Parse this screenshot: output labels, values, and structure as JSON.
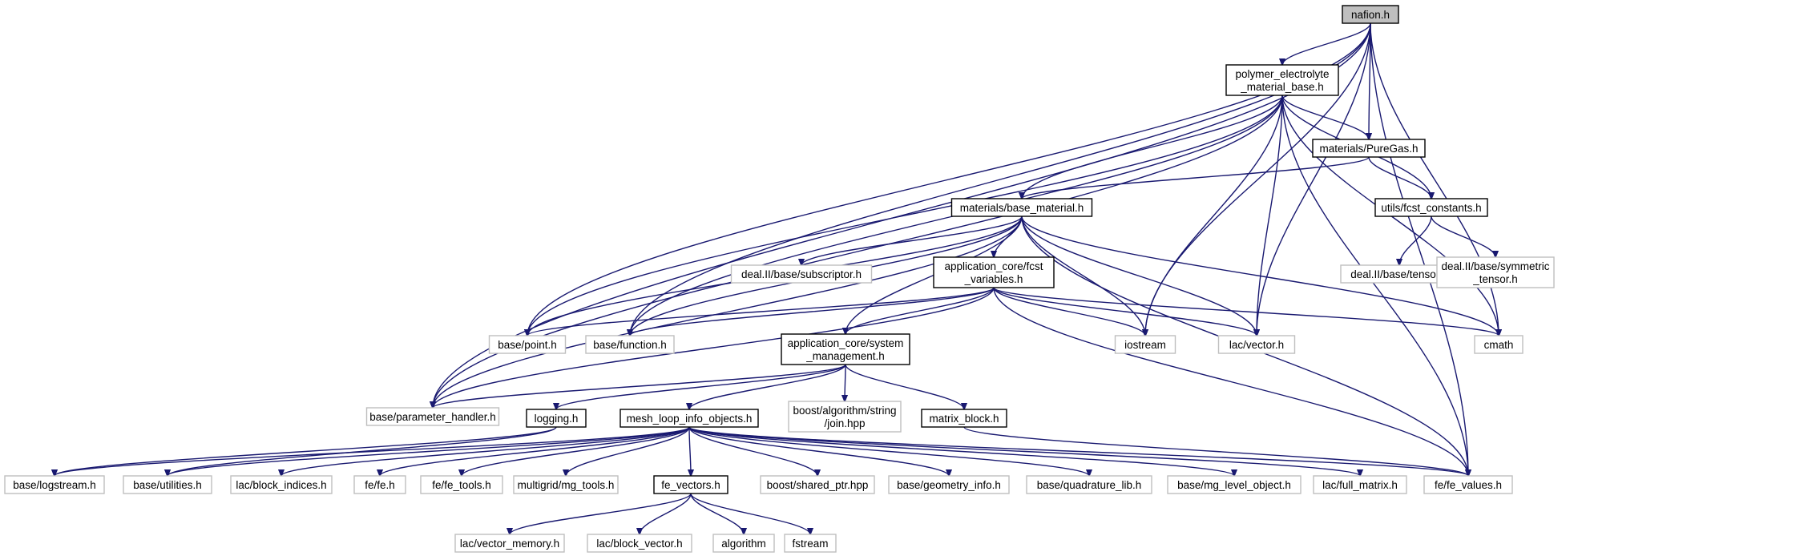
{
  "nodes": [
    {
      "id": "nafion",
      "label": "nafion.h",
      "kind": "root"
    },
    {
      "id": "pemb",
      "label": "polymer_electrolyte\n_material_base.h",
      "kind": "primary"
    },
    {
      "id": "puregas",
      "label": "materials/PureGas.h",
      "kind": "primary"
    },
    {
      "id": "fcstconst",
      "label": "utils/fcst_constants.h",
      "kind": "primary"
    },
    {
      "id": "basemat",
      "label": "materials/base_material.h",
      "kind": "primary"
    },
    {
      "id": "subscriptor",
      "label": "deal.II/base/subscriptor.h",
      "kind": "external"
    },
    {
      "id": "fcstvars",
      "label": "application_core/fcst\n_variables.h",
      "kind": "primary"
    },
    {
      "id": "tensor",
      "label": "deal.II/base/tensor.h",
      "kind": "external"
    },
    {
      "id": "symtensor",
      "label": "deal.II/base/symmetric\n_tensor.h",
      "kind": "external"
    },
    {
      "id": "point",
      "label": "base/point.h",
      "kind": "external"
    },
    {
      "id": "function",
      "label": "base/function.h",
      "kind": "external"
    },
    {
      "id": "sysmgmt",
      "label": "application_core/system\n_management.h",
      "kind": "primary"
    },
    {
      "id": "iostream",
      "label": "iostream",
      "kind": "external"
    },
    {
      "id": "lacvector",
      "label": "lac/vector.h",
      "kind": "external"
    },
    {
      "id": "cmath",
      "label": "cmath",
      "kind": "external"
    },
    {
      "id": "paramhandler",
      "label": "base/parameter_handler.h",
      "kind": "external"
    },
    {
      "id": "logging",
      "label": "logging.h",
      "kind": "primary"
    },
    {
      "id": "meshloop",
      "label": "mesh_loop_info_objects.h",
      "kind": "primary"
    },
    {
      "id": "boostjoin",
      "label": "boost/algorithm/string\n/join.hpp",
      "kind": "external"
    },
    {
      "id": "matrixblock",
      "label": "matrix_block.h",
      "kind": "primary"
    },
    {
      "id": "logstream",
      "label": "base/logstream.h",
      "kind": "external"
    },
    {
      "id": "utilities",
      "label": "base/utilities.h",
      "kind": "external"
    },
    {
      "id": "blockindices",
      "label": "lac/block_indices.h",
      "kind": "external"
    },
    {
      "id": "fe",
      "label": "fe/fe.h",
      "kind": "external"
    },
    {
      "id": "fetools",
      "label": "fe/fe_tools.h",
      "kind": "external"
    },
    {
      "id": "mgtools",
      "label": "multigrid/mg_tools.h",
      "kind": "external"
    },
    {
      "id": "fevectors",
      "label": "fe_vectors.h",
      "kind": "primary"
    },
    {
      "id": "sharedptr",
      "label": "boost/shared_ptr.hpp",
      "kind": "external"
    },
    {
      "id": "geominfo",
      "label": "base/geometry_info.h",
      "kind": "external"
    },
    {
      "id": "quadlib",
      "label": "base/quadrature_lib.h",
      "kind": "external"
    },
    {
      "id": "mglevel",
      "label": "base/mg_level_object.h",
      "kind": "external"
    },
    {
      "id": "fullmatrix",
      "label": "lac/full_matrix.h",
      "kind": "external"
    },
    {
      "id": "fevalues",
      "label": "fe/fe_values.h",
      "kind": "external"
    },
    {
      "id": "vecmemory",
      "label": "lac/vector_memory.h",
      "kind": "external"
    },
    {
      "id": "blockvector",
      "label": "lac/block_vector.h",
      "kind": "external"
    },
    {
      "id": "algorithm",
      "label": "algorithm",
      "kind": "external"
    },
    {
      "id": "fstream",
      "label": "fstream",
      "kind": "external"
    }
  ],
  "edges": [
    [
      "nafion",
      "pemb"
    ],
    [
      "nafion",
      "puregas"
    ],
    [
      "nafion",
      "point"
    ],
    [
      "nafion",
      "function"
    ],
    [
      "nafion",
      "paramhandler"
    ],
    [
      "nafion",
      "iostream"
    ],
    [
      "nafion",
      "lacvector"
    ],
    [
      "nafion",
      "cmath"
    ],
    [
      "nafion",
      "fevalues"
    ],
    [
      "pemb",
      "puregas"
    ],
    [
      "pemb",
      "fcstconst"
    ],
    [
      "pemb",
      "basemat"
    ],
    [
      "pemb",
      "point"
    ],
    [
      "pemb",
      "function"
    ],
    [
      "pemb",
      "paramhandler"
    ],
    [
      "pemb",
      "iostream"
    ],
    [
      "pemb",
      "lacvector"
    ],
    [
      "pemb",
      "cmath"
    ],
    [
      "pemb",
      "fevalues"
    ],
    [
      "puregas",
      "fcstconst"
    ],
    [
      "puregas",
      "basemat"
    ],
    [
      "fcstconst",
      "tensor"
    ],
    [
      "fcstconst",
      "symtensor"
    ],
    [
      "basemat",
      "subscriptor"
    ],
    [
      "basemat",
      "fcstvars"
    ],
    [
      "basemat",
      "point"
    ],
    [
      "basemat",
      "function"
    ],
    [
      "basemat",
      "paramhandler"
    ],
    [
      "basemat",
      "sysmgmt"
    ],
    [
      "basemat",
      "iostream"
    ],
    [
      "basemat",
      "lacvector"
    ],
    [
      "basemat",
      "cmath"
    ],
    [
      "basemat",
      "fevalues"
    ],
    [
      "fcstvars",
      "point"
    ],
    [
      "fcstvars",
      "function"
    ],
    [
      "fcstvars",
      "sysmgmt"
    ],
    [
      "fcstvars",
      "iostream"
    ],
    [
      "fcstvars",
      "lacvector"
    ],
    [
      "fcstvars",
      "cmath"
    ],
    [
      "fcstvars",
      "paramhandler"
    ],
    [
      "fcstvars",
      "fevalues"
    ],
    [
      "sysmgmt",
      "paramhandler"
    ],
    [
      "sysmgmt",
      "logging"
    ],
    [
      "sysmgmt",
      "meshloop"
    ],
    [
      "sysmgmt",
      "boostjoin"
    ],
    [
      "sysmgmt",
      "matrixblock"
    ],
    [
      "logging",
      "logstream"
    ],
    [
      "logging",
      "utilities"
    ],
    [
      "meshloop",
      "logstream"
    ],
    [
      "meshloop",
      "utilities"
    ],
    [
      "meshloop",
      "blockindices"
    ],
    [
      "meshloop",
      "fe"
    ],
    [
      "meshloop",
      "fetools"
    ],
    [
      "meshloop",
      "mgtools"
    ],
    [
      "meshloop",
      "fevectors"
    ],
    [
      "meshloop",
      "sharedptr"
    ],
    [
      "meshloop",
      "geominfo"
    ],
    [
      "meshloop",
      "quadlib"
    ],
    [
      "meshloop",
      "mglevel"
    ],
    [
      "meshloop",
      "fullmatrix"
    ],
    [
      "meshloop",
      "fevalues"
    ],
    [
      "matrixblock",
      "fevalues"
    ],
    [
      "fevectors",
      "vecmemory"
    ],
    [
      "fevectors",
      "blockvector"
    ],
    [
      "fevectors",
      "algorithm"
    ],
    [
      "fevectors",
      "fstream"
    ]
  ]
}
